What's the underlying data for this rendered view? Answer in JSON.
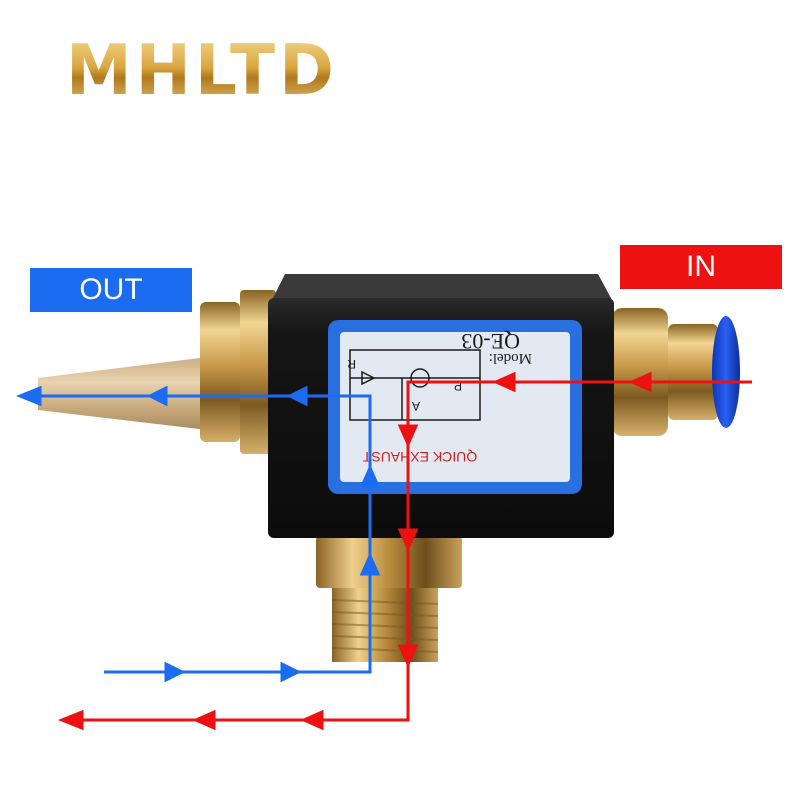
{
  "brand": {
    "logo_text": "MHLTD"
  },
  "labels": {
    "out": "OUT",
    "in": "IN"
  },
  "valve_label": {
    "model_caption": "Model:",
    "model_number": "QE-03",
    "product_name": "QUICK EXHAUST",
    "port_r": "R",
    "port_p": "P",
    "port_a": "A"
  },
  "colors": {
    "exhaust_flow": "#1c6cf2",
    "supply_flow": "#ee1111",
    "brass": "#c9a15a",
    "valve_body": "#141414",
    "label_border": "#2a6fe0"
  }
}
